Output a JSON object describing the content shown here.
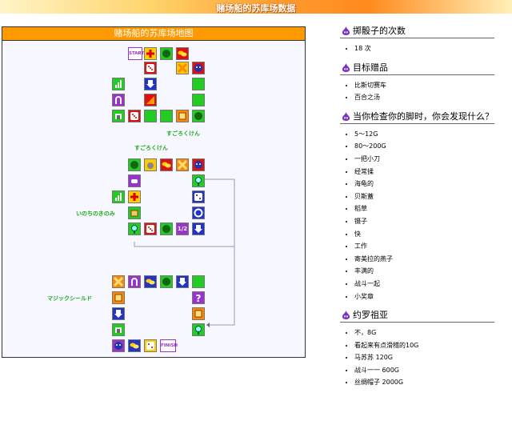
{
  "header": {
    "title": "赌场船的苏库场数据"
  },
  "map": {
    "title": "赌场船的苏库场地图",
    "callouts": {
      "sugoroku1": "すごろくけん",
      "sugoroku2": "すごろくけん",
      "inochi": "いのちのきのみ",
      "magic": "マジックシールド"
    },
    "start_label": "START",
    "finish_label": "FINISH",
    "dice_value": "1/2",
    "tile_colors": {
      "green": "#22cc22",
      "yellow": "#ffcc00",
      "blue": "#2233cc",
      "red": "#dd1111",
      "purple": "#9933cc",
      "orange": "#ff8800",
      "white": "#ffffff"
    }
  },
  "sections": [
    {
      "title": "掷骰子的次数",
      "items": [
        "18 次"
      ]
    },
    {
      "title": "目标赠品",
      "items": [
        "比斯切赛车",
        "百合之汤"
      ]
    },
    {
      "title": "当你检查你的脚时，你会发现什么？",
      "items": [
        "5～12G",
        "80～200G",
        "一把小刀",
        "经常揉",
        "海龟的",
        "贝斯蓋",
        "稻草",
        "镊子",
        "快",
        "工作",
        "寄美拉的燕子",
        "丰满的",
        "战斗一起",
        "小奖章"
      ]
    },
    {
      "title": "约罗祖亚",
      "items": [
        "不，8G",
        "看起来有点滑稽的10G",
        "马苏苏 120G",
        "战斗一一 600G",
        "丝绸帽子 2000G"
      ]
    }
  ]
}
